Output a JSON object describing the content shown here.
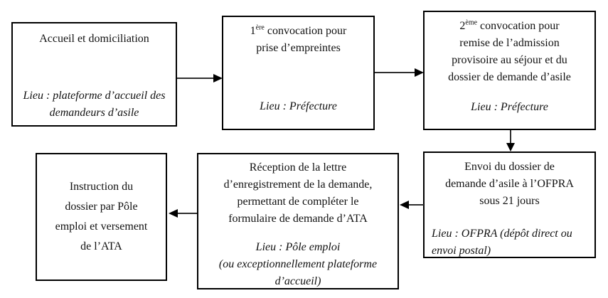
{
  "canvas": {
    "background_color": "#ffffff",
    "box_border_color": "#000000",
    "text_color": "#111111",
    "arrow_color": "#000000"
  },
  "boxes": {
    "accueil": {
      "title": "Accueil et domiciliation",
      "lieu": "Lieu : plateforme d’accueil des\ndemandeurs d’asile"
    },
    "convocation1": {
      "title_num": "1",
      "title_sup": "ère",
      "title_rest": " convocation pour\nprise d’empreintes",
      "lieu": "Lieu : Préfecture"
    },
    "convocation2": {
      "title_num": "2",
      "title_sup": "ème",
      "title_rest": " convocation pour\nremise de l’admission\nprovisoire au séjour et du\ndossier de demande d’asile",
      "lieu": "Lieu : Préfecture"
    },
    "envoi": {
      "title": "Envoi du dossier de\ndemande d’asile à l’OFPRA\nsous 21 jours",
      "lieu": "Lieu : OFPRA (dépôt direct ou\nenvoi postal)"
    },
    "reception": {
      "title": "Réception de la lettre\nd’enregistrement de la demande,\npermettant de compléter le\nformulaire de demande d’ATA",
      "lieu": "Lieu : Pôle emploi\n(ou exceptionnellement plateforme\nd’accueil)"
    },
    "instruction": {
      "title": "Instruction du\ndossier par Pôle\nemploi et versement\nde l’ATA"
    }
  }
}
